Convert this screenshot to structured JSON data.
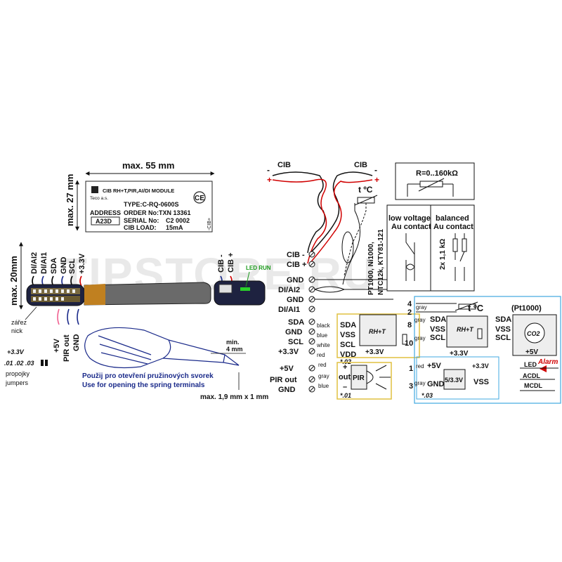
{
  "watermark": "TIPSTORE.RU",
  "module_label": {
    "title": "CIB RH+T,PIR,AI/DI MODULE",
    "maker": "Teco a.s.",
    "type": "TYPE:C-RQ-0600S",
    "order_label": "ORDER No:",
    "order": "TXN 13361",
    "address_label": "ADDRESS",
    "address": "A23D",
    "serial_label": "SERIAL No:",
    "serial": "C2 0002",
    "load_label": "CIB LOAD:",
    "load": "15mA",
    "ce": "CE",
    "cib_side": "-CIB+"
  },
  "dims": {
    "width": "max. 55 mm",
    "height": "max. 27 mm",
    "thickness": "max. 20mm",
    "min": "min.",
    "min_val": "4 mm",
    "tool": "max. 1,9 mm  x 1 mm"
  },
  "pins": [
    "DI/AI2",
    "DI/AI1",
    "SDA",
    "GND",
    "SCL",
    "+3.3V",
    "CIB -",
    "CIB +"
  ],
  "pins_bottom": [
    "+5V",
    "PIR out",
    "GND"
  ],
  "notes": {
    "zarez": "zářez",
    "nick": "nick",
    "v33": "+3.3V",
    "jumpers_codes": ".01 .02 .03",
    "propojky": "propojky",
    "jumpers": "jumpers",
    "led": "LED RUN",
    "cz": "Použij pro otevření pružinových svorek",
    "en": "Use for opening the spring terminals"
  },
  "terminals": [
    "CIB -",
    "CIB +",
    "GND",
    "DI/AI2",
    "GND",
    "DI/AI1",
    "SDA",
    "GND",
    "SCL",
    "+3.3V",
    "+5V",
    "PIR out",
    "GND"
  ],
  "cib": {
    "label": "CIB",
    "minus": "-",
    "plus": "+"
  },
  "sensor": {
    "t": "t ºC",
    "types1": "PT1000, Ni1000,",
    "types2": "NTC12k, KTY81-121"
  },
  "boxes": {
    "r": "R=0..160kΩ",
    "lv1": "low voltage",
    "lv2": "Au contact",
    "bal1": "balanced",
    "bal2": "Au contact",
    "res": "2x 1,1 kΩ"
  },
  "rht": {
    "wires": [
      "black",
      "blue",
      "white",
      "red"
    ],
    "pins": [
      "SDA",
      "VSS",
      "SCL",
      "VDD"
    ],
    "chip": "RH+T",
    "v": "+3.3V",
    "code": "*.02"
  },
  "pir": {
    "wires": [
      "red",
      "gray",
      "blue"
    ],
    "pins": [
      "+",
      "out",
      "–"
    ],
    "label": "PIR",
    "code": "*.01"
  },
  "right": {
    "n4": "4",
    "n2": "2",
    "n8": "8",
    "n10": "10",
    "n1": "1",
    "n3": "3",
    "gray": "gray",
    "red": "red",
    "pt": "t ºC",
    "pt_sub": "(Pt1000)",
    "sda": "SDA",
    "vss": "VSS",
    "scl": "SCL",
    "chip": "RH+T",
    "v33": "+3.3V",
    "co2": "CO2",
    "v5": "+5V",
    "led": "LED",
    "alarm": "Alarm",
    "acdl": "ACDL",
    "mcdl": "MCDL",
    "p5v": "+5V",
    "reg": "5/3.3V",
    "gnd": "GND",
    "vss2": "VSS",
    "out33": "+3.3V",
    "code": "*.03"
  }
}
